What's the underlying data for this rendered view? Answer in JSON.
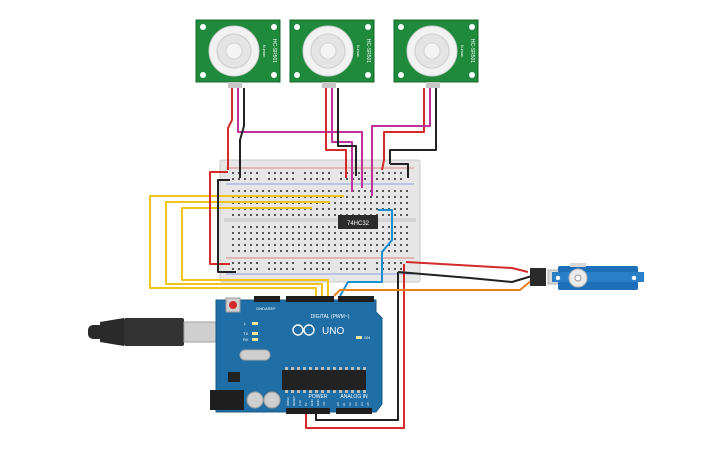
{
  "pir_sensors": [
    {
      "side_label": "HC-SR501",
      "brand": "Kuman"
    },
    {
      "side_label": "HC-SR501",
      "brand": "Kuman"
    },
    {
      "side_label": "HC-SR501",
      "brand": "Kuman"
    }
  ],
  "ic": {
    "label": "74HC32"
  },
  "arduino": {
    "logo": "UNO",
    "digital_label": "DIGITAL (PWM~)",
    "power_label": "POWER",
    "analog_label": "ANALOG IN",
    "l_label": "L",
    "tx_label": "TX",
    "rx_label": "RX",
    "on_label": "ON",
    "aref_label": "AREF",
    "gnd_label": "GND",
    "power_pins": [
      "IOREF",
      "RESET",
      "3.3V",
      "5V",
      "GND",
      "GND",
      "Vin"
    ],
    "analog_pins": [
      "A0",
      "A1",
      "A2",
      "A3",
      "A4",
      "A5"
    ]
  },
  "colors": {
    "pcb_green": "#1f8a3c",
    "breadboard": "#e6e6e6",
    "arduino_blue": "#1f6fa6",
    "servo_blue": "#1d6fb8",
    "wire_red": "#d42a2a",
    "wire_black": "#222222",
    "wire_magenta": "#c0319a",
    "wire_yellow": "#f0c419",
    "wire_orange": "#e8801c",
    "wire_blue": "#1b8fd0"
  }
}
